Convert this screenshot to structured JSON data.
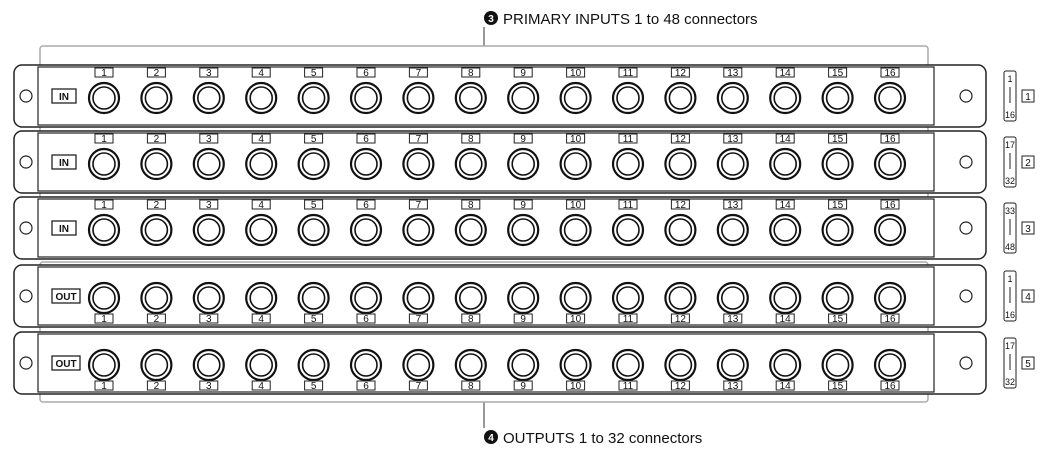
{
  "callouts": {
    "top": {
      "number": "3",
      "text": "PRIMARY INPUTS 1 to 48 connectors"
    },
    "bottom": {
      "number": "4",
      "text": "OUTPUTS 1 to 32 connectors"
    }
  },
  "row_labels": [
    "1",
    "2",
    "3",
    "4",
    "5",
    "6",
    "7",
    "8",
    "9",
    "10",
    "11",
    "12",
    "13",
    "14",
    "15",
    "16"
  ],
  "panels": [
    {
      "tag": "IN",
      "labels_position": "above",
      "range_top": "1",
      "range_bottom": "16",
      "index": "1"
    },
    {
      "tag": "IN",
      "labels_position": "above",
      "range_top": "17",
      "range_bottom": "32",
      "index": "2"
    },
    {
      "tag": "IN",
      "labels_position": "above",
      "range_top": "33",
      "range_bottom": "48",
      "index": "3"
    },
    {
      "tag": "OUT",
      "labels_position": "below",
      "range_top": "1",
      "range_bottom": "16",
      "index": "4"
    },
    {
      "tag": "OUT",
      "labels_position": "below",
      "range_top": "17",
      "range_bottom": "32",
      "index": "5"
    }
  ],
  "connectors_per_panel": 16
}
